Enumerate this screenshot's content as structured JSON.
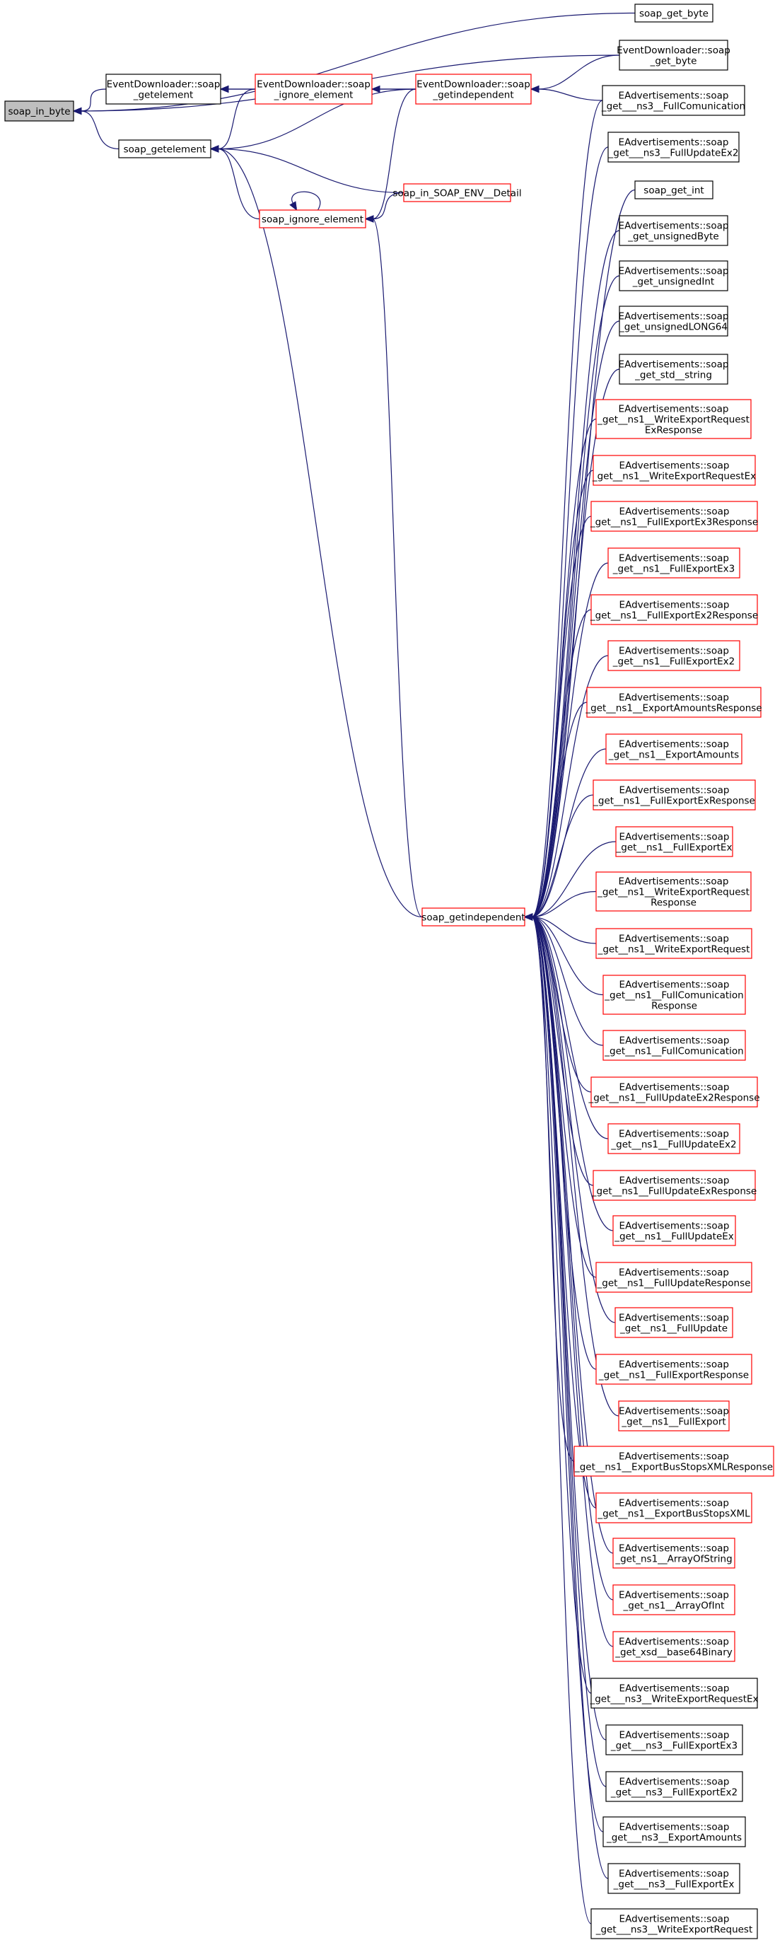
{
  "colors": {
    "edge": "#191970",
    "root_fill": "#bfbfbf",
    "black_border": "#000000",
    "red_border": "#ff0000",
    "node_fill": "#ffffff"
  },
  "nodes": {
    "n0": {
      "lines": [
        "soap_in_byte"
      ],
      "border": "black",
      "fill": "gray"
    },
    "n1": {
      "lines": [
        "EventDownloader::soap",
        "_getelement"
      ],
      "border": "black"
    },
    "n2": {
      "lines": [
        "soap_getelement"
      ],
      "border": "black"
    },
    "n3": {
      "lines": [
        "EventDownloader::soap",
        "_ignore_element"
      ],
      "border": "red"
    },
    "n4": {
      "lines": [
        "soap_ignore_element"
      ],
      "border": "red"
    },
    "n5": {
      "lines": [
        "EventDownloader::soap",
        "_getindependent"
      ],
      "border": "red"
    },
    "n6": {
      "lines": [
        "soap_in_SOAP_ENV__Detail"
      ],
      "border": "red"
    },
    "n7": {
      "lines": [
        "soap_getindependent"
      ],
      "border": "red"
    },
    "c0": {
      "lines": [
        "soap_get_byte"
      ],
      "border": "black"
    },
    "c1": {
      "lines": [
        "EventDownloader::soap",
        "_get_byte"
      ],
      "border": "black"
    },
    "c2": {
      "lines": [
        "EAdvertisements::soap",
        "_get___ns3__FullComunication"
      ],
      "border": "black"
    },
    "c3": {
      "lines": [
        "EAdvertisements::soap",
        "_get___ns3__FullUpdateEx2"
      ],
      "border": "black"
    },
    "c4": {
      "lines": [
        "soap_get_int"
      ],
      "border": "black"
    },
    "c5": {
      "lines": [
        "EAdvertisements::soap",
        "_get_unsignedByte"
      ],
      "border": "black"
    },
    "c6": {
      "lines": [
        "EAdvertisements::soap",
        "_get_unsignedInt"
      ],
      "border": "black"
    },
    "c7": {
      "lines": [
        "EAdvertisements::soap",
        "_get_unsignedLONG64"
      ],
      "border": "black"
    },
    "c8": {
      "lines": [
        "EAdvertisements::soap",
        "_get_std__string"
      ],
      "border": "black"
    },
    "c9": {
      "lines": [
        "EAdvertisements::soap",
        "_get__ns1__WriteExportRequest",
        "ExResponse"
      ],
      "border": "red"
    },
    "c10": {
      "lines": [
        "EAdvertisements::soap",
        "_get__ns1__WriteExportRequestEx"
      ],
      "border": "red"
    },
    "c11": {
      "lines": [
        "EAdvertisements::soap",
        "_get__ns1__FullExportEx3Response"
      ],
      "border": "red"
    },
    "c12": {
      "lines": [
        "EAdvertisements::soap",
        "_get__ns1__FullExportEx3"
      ],
      "border": "red"
    },
    "c13": {
      "lines": [
        "EAdvertisements::soap",
        "_get__ns1__FullExportEx2Response"
      ],
      "border": "red"
    },
    "c14": {
      "lines": [
        "EAdvertisements::soap",
        "_get__ns1__FullExportEx2"
      ],
      "border": "red"
    },
    "c15": {
      "lines": [
        "EAdvertisements::soap",
        "_get__ns1__ExportAmountsResponse"
      ],
      "border": "red"
    },
    "c16": {
      "lines": [
        "EAdvertisements::soap",
        "_get__ns1__ExportAmounts"
      ],
      "border": "red"
    },
    "c17": {
      "lines": [
        "EAdvertisements::soap",
        "_get__ns1__FullExportExResponse"
      ],
      "border": "red"
    },
    "c18": {
      "lines": [
        "EAdvertisements::soap",
        "_get__ns1__FullExportEx"
      ],
      "border": "red"
    },
    "c19": {
      "lines": [
        "EAdvertisements::soap",
        "_get__ns1__WriteExportRequest",
        "Response"
      ],
      "border": "red"
    },
    "c20": {
      "lines": [
        "EAdvertisements::soap",
        "_get__ns1__WriteExportRequest"
      ],
      "border": "red"
    },
    "c21": {
      "lines": [
        "EAdvertisements::soap",
        "_get__ns1__FullComunication",
        "Response"
      ],
      "border": "red"
    },
    "c22": {
      "lines": [
        "EAdvertisements::soap",
        "_get__ns1__FullComunication"
      ],
      "border": "red"
    },
    "c23": {
      "lines": [
        "EAdvertisements::soap",
        "_get__ns1__FullUpdateEx2Response"
      ],
      "border": "red"
    },
    "c24": {
      "lines": [
        "EAdvertisements::soap",
        "_get__ns1__FullUpdateEx2"
      ],
      "border": "red"
    },
    "c25": {
      "lines": [
        "EAdvertisements::soap",
        "_get__ns1__FullUpdateExResponse"
      ],
      "border": "red"
    },
    "c26": {
      "lines": [
        "EAdvertisements::soap",
        "_get__ns1__FullUpdateEx"
      ],
      "border": "red"
    },
    "c27": {
      "lines": [
        "EAdvertisements::soap",
        "_get__ns1__FullUpdateResponse"
      ],
      "border": "red"
    },
    "c28": {
      "lines": [
        "EAdvertisements::soap",
        "_get__ns1__FullUpdate"
      ],
      "border": "red"
    },
    "c29": {
      "lines": [
        "EAdvertisements::soap",
        "_get__ns1__FullExportResponse"
      ],
      "border": "red"
    },
    "c30": {
      "lines": [
        "EAdvertisements::soap",
        "_get__ns1__FullExport"
      ],
      "border": "red"
    },
    "c31": {
      "lines": [
        "EAdvertisements::soap",
        "_get__ns1__ExportBusStopsXMLResponse"
      ],
      "border": "red"
    },
    "c32": {
      "lines": [
        "EAdvertisements::soap",
        "_get__ns1__ExportBusStopsXML"
      ],
      "border": "red"
    },
    "c33": {
      "lines": [
        "EAdvertisements::soap",
        "_get_ns1__ArrayOfString"
      ],
      "border": "red"
    },
    "c34": {
      "lines": [
        "EAdvertisements::soap",
        "_get_ns1__ArrayOfInt"
      ],
      "border": "red"
    },
    "c35": {
      "lines": [
        "EAdvertisements::soap",
        "_get_xsd__base64Binary"
      ],
      "border": "red"
    },
    "c36": {
      "lines": [
        "EAdvertisements::soap",
        "_get___ns3__WriteExportRequestEx"
      ],
      "border": "black"
    },
    "c37": {
      "lines": [
        "EAdvertisements::soap",
        "_get___ns3__FullExportEx3"
      ],
      "border": "black"
    },
    "c38": {
      "lines": [
        "EAdvertisements::soap",
        "_get___ns3__FullExportEx2"
      ],
      "border": "black"
    },
    "c39": {
      "lines": [
        "EAdvertisements::soap",
        "_get___ns3__ExportAmounts"
      ],
      "border": "black"
    },
    "c40": {
      "lines": [
        "EAdvertisements::soap",
        "_get___ns3__FullExportEx"
      ],
      "border": "black"
    },
    "c41": {
      "lines": [
        "EAdvertisements::soap",
        "_get___ns3__WriteExportRequest"
      ],
      "border": "black"
    }
  },
  "edges": [
    [
      "n1",
      "n0"
    ],
    [
      "n2",
      "n0"
    ],
    [
      "c0",
      "n0"
    ],
    [
      "c1",
      "n0"
    ],
    [
      "n3",
      "n1"
    ],
    [
      "n5",
      "n1"
    ],
    [
      "n3",
      "n2"
    ],
    [
      "n4",
      "n2"
    ],
    [
      "n5",
      "n2"
    ],
    [
      "n6",
      "n2"
    ],
    [
      "n7",
      "n2"
    ],
    [
      "n5",
      "n3"
    ],
    [
      "n4",
      "n4"
    ],
    [
      "n5",
      "n4"
    ],
    [
      "n6",
      "n4"
    ],
    [
      "n7",
      "n4"
    ],
    [
      "c1",
      "n5"
    ],
    [
      "c2",
      "n5"
    ],
    [
      "c2",
      "n7"
    ],
    [
      "c3",
      "n7"
    ],
    [
      "c4",
      "n7"
    ],
    [
      "c5",
      "n7"
    ],
    [
      "c6",
      "n7"
    ],
    [
      "c7",
      "n7"
    ],
    [
      "c8",
      "n7"
    ],
    [
      "c9",
      "n7"
    ],
    [
      "c10",
      "n7"
    ],
    [
      "c11",
      "n7"
    ],
    [
      "c12",
      "n7"
    ],
    [
      "c13",
      "n7"
    ],
    [
      "c14",
      "n7"
    ],
    [
      "c15",
      "n7"
    ],
    [
      "c16",
      "n7"
    ],
    [
      "c17",
      "n7"
    ],
    [
      "c18",
      "n7"
    ],
    [
      "c19",
      "n7"
    ],
    [
      "c20",
      "n7"
    ],
    [
      "c21",
      "n7"
    ],
    [
      "c22",
      "n7"
    ],
    [
      "c23",
      "n7"
    ],
    [
      "c24",
      "n7"
    ],
    [
      "c25",
      "n7"
    ],
    [
      "c26",
      "n7"
    ],
    [
      "c27",
      "n7"
    ],
    [
      "c28",
      "n7"
    ],
    [
      "c29",
      "n7"
    ],
    [
      "c30",
      "n7"
    ],
    [
      "c31",
      "n7"
    ],
    [
      "c32",
      "n7"
    ],
    [
      "c33",
      "n7"
    ],
    [
      "c34",
      "n7"
    ],
    [
      "c35",
      "n7"
    ],
    [
      "c36",
      "n7"
    ],
    [
      "c37",
      "n7"
    ],
    [
      "c38",
      "n7"
    ],
    [
      "c39",
      "n7"
    ],
    [
      "c40",
      "n7"
    ],
    [
      "c41",
      "n7"
    ]
  ]
}
